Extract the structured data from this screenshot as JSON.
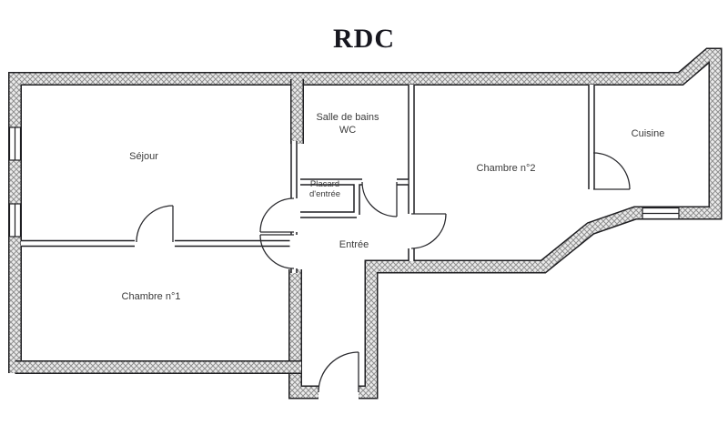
{
  "title": "RDC",
  "rooms": {
    "sejour": {
      "label": "Séjour"
    },
    "chambre1": {
      "label": "Chambre n°1"
    },
    "salle_de_bains": {
      "line1": "Salle de bains",
      "line2": "WC"
    },
    "placard": {
      "line1": "Placard",
      "line2": "d'entrée"
    },
    "entree": {
      "label": "Entrée"
    },
    "chambre2": {
      "label": "Chambre n°2"
    },
    "cuisine": {
      "label": "Cuisine"
    }
  },
  "colors": {
    "line": "#1f1f22",
    "hatch_line": "#8f8f8f",
    "hatch_bg": "#ebebeb",
    "background": "#ffffff"
  }
}
